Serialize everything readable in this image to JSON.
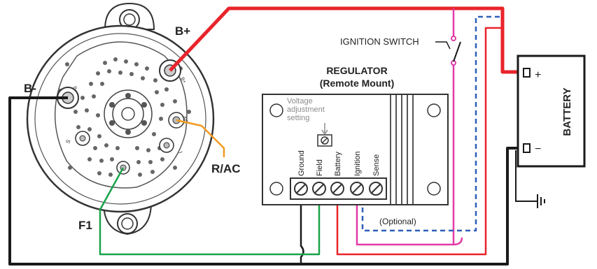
{
  "alternator": {
    "b_plus": "B+",
    "b_minus": "B-",
    "f1": "F1",
    "r_ac": "R/AC",
    "stamped": {
      "ac": "AC",
      "s": "S",
      "i": "I",
      "b": "B-",
      "bplus": "B+"
    }
  },
  "regulator": {
    "title_line1": "REGULATOR",
    "title_line2": "(Remote Mount)",
    "voltage_note": [
      "Voltage",
      "adjustment",
      "setting"
    ],
    "terminals": [
      "Ground",
      "Field",
      "Battery",
      "Ignition",
      "Sense"
    ]
  },
  "ignition_switch": "IGNITION SWITCH",
  "battery": {
    "label": "BATTERY",
    "plus": "+",
    "minus": "−"
  },
  "optional_note": "(Optional)",
  "colors": {
    "red": "#e8242b",
    "black": "#1a1a1a",
    "green": "#1aa34a",
    "magenta": "#e23aa6",
    "blue": "#2f5fb8",
    "orange": "#f29a1f",
    "gray": "#8c8c8c"
  }
}
